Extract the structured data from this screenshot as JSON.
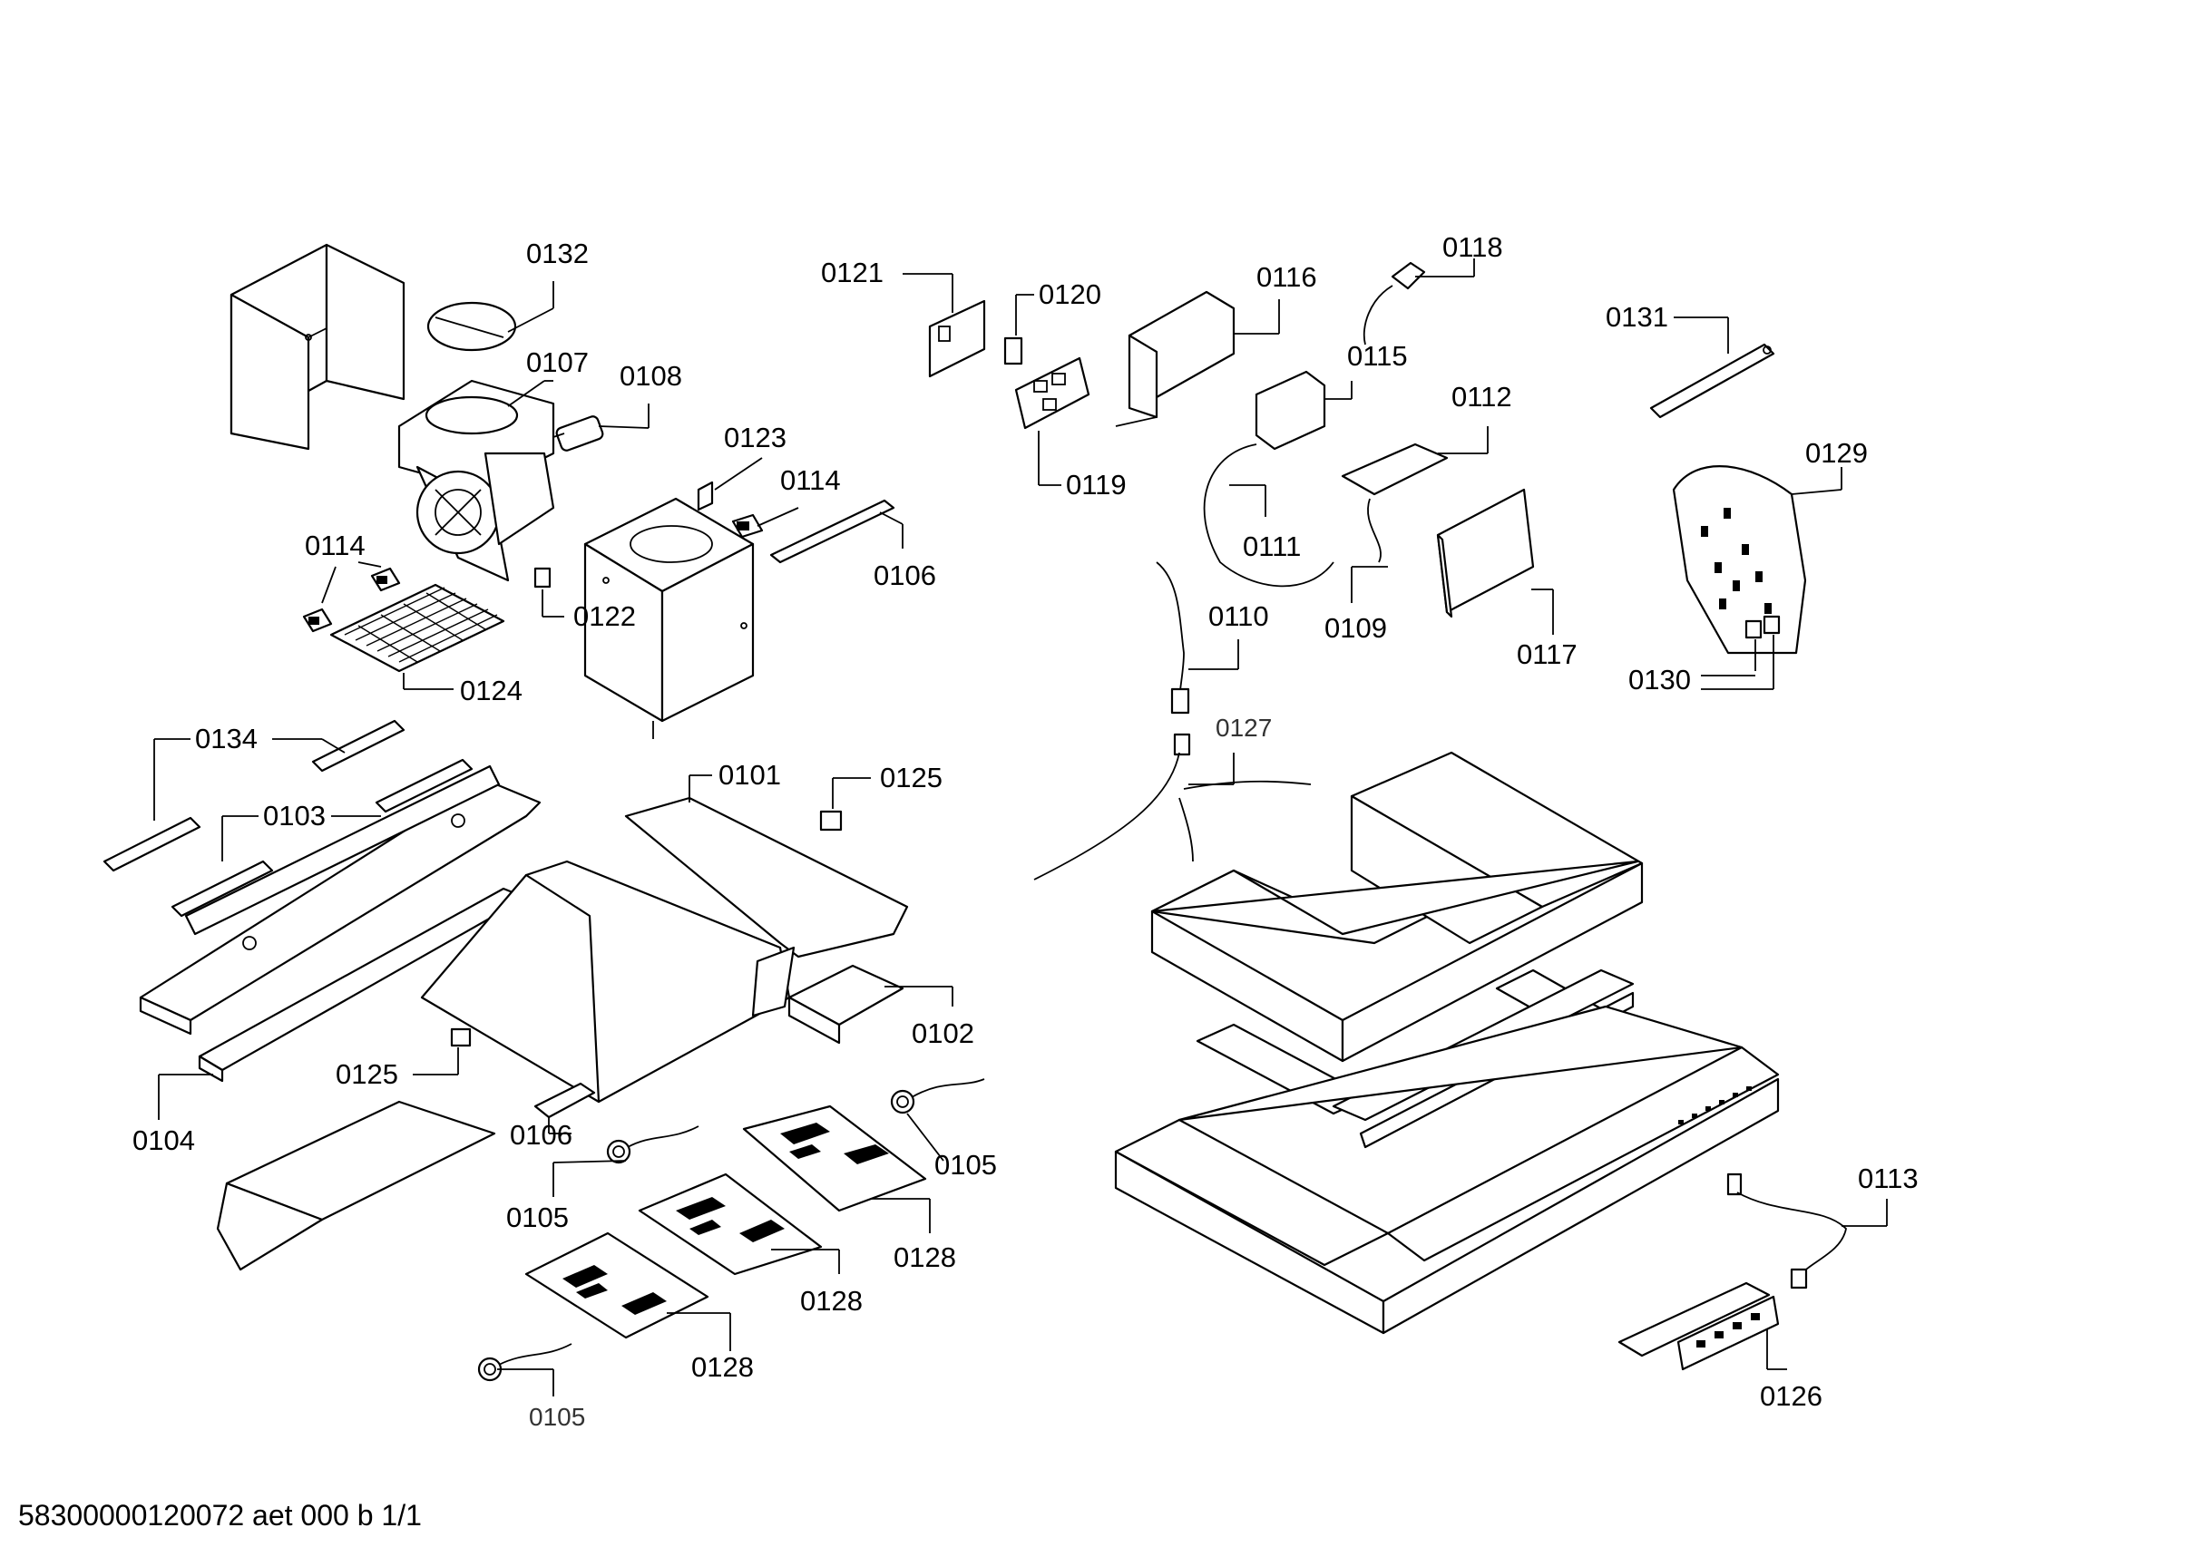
{
  "labels": {
    "p0132": "0132",
    "p0107": "0107",
    "p0108": "0108",
    "p0121": "0121",
    "p0120": "0120",
    "p0119": "0119",
    "p0116": "0116",
    "p0118": "0118",
    "p0115": "0115",
    "p0131": "0131",
    "p0112": "0112",
    "p0129": "0129",
    "p0123": "0123",
    "p0114a": "0114",
    "p0114b": "0114",
    "p0106a": "0106",
    "p0122": "0122",
    "p0111": "0111",
    "p0109": "0109",
    "p0117": "0117",
    "p0110": "0110",
    "p0130": "0130",
    "p0124": "0124",
    "p0134": "0134",
    "p0101": "0101",
    "p0125a": "0125",
    "p0127": "0127",
    "p0103": "0103",
    "p0102": "0102",
    "p0125b": "0125",
    "p0104": "0104",
    "p0106b": "0106",
    "p0105a": "0105",
    "p0105b": "0105",
    "p0128a": "0128",
    "p0128b": "0128",
    "p0128c": "0128",
    "p0113": "0113",
    "p0126": "0126",
    "p0105c": "0105"
  },
  "footer": "58300000120072 aet 000 b 1/1"
}
